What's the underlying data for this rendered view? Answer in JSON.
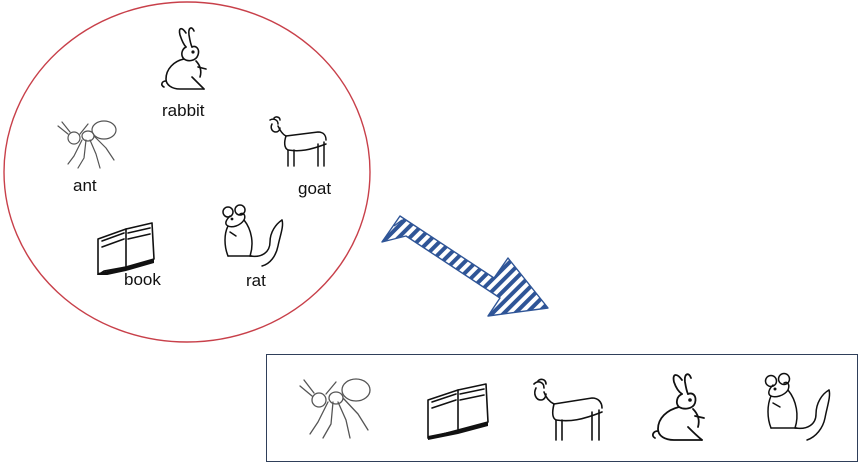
{
  "cluster": {
    "items": [
      {
        "id": "rabbit",
        "label": "rabbit",
        "icon": "rabbit-icon"
      },
      {
        "id": "goat",
        "label": "goat",
        "icon": "goat-icon"
      },
      {
        "id": "rat",
        "label": "rat",
        "icon": "rat-icon"
      },
      {
        "id": "book",
        "label": "book",
        "icon": "book-icon"
      },
      {
        "id": "ant",
        "label": "ant",
        "icon": "ant-icon"
      }
    ],
    "circle_color": "#c8404a"
  },
  "arrow": {
    "icon": "hatched-arrow-icon",
    "color": "#2f5597"
  },
  "sorted_row": {
    "items": [
      "ant-icon",
      "book-icon",
      "goat-icon",
      "rabbit-icon",
      "rat-icon"
    ],
    "border_color": "#2f3f5a"
  }
}
